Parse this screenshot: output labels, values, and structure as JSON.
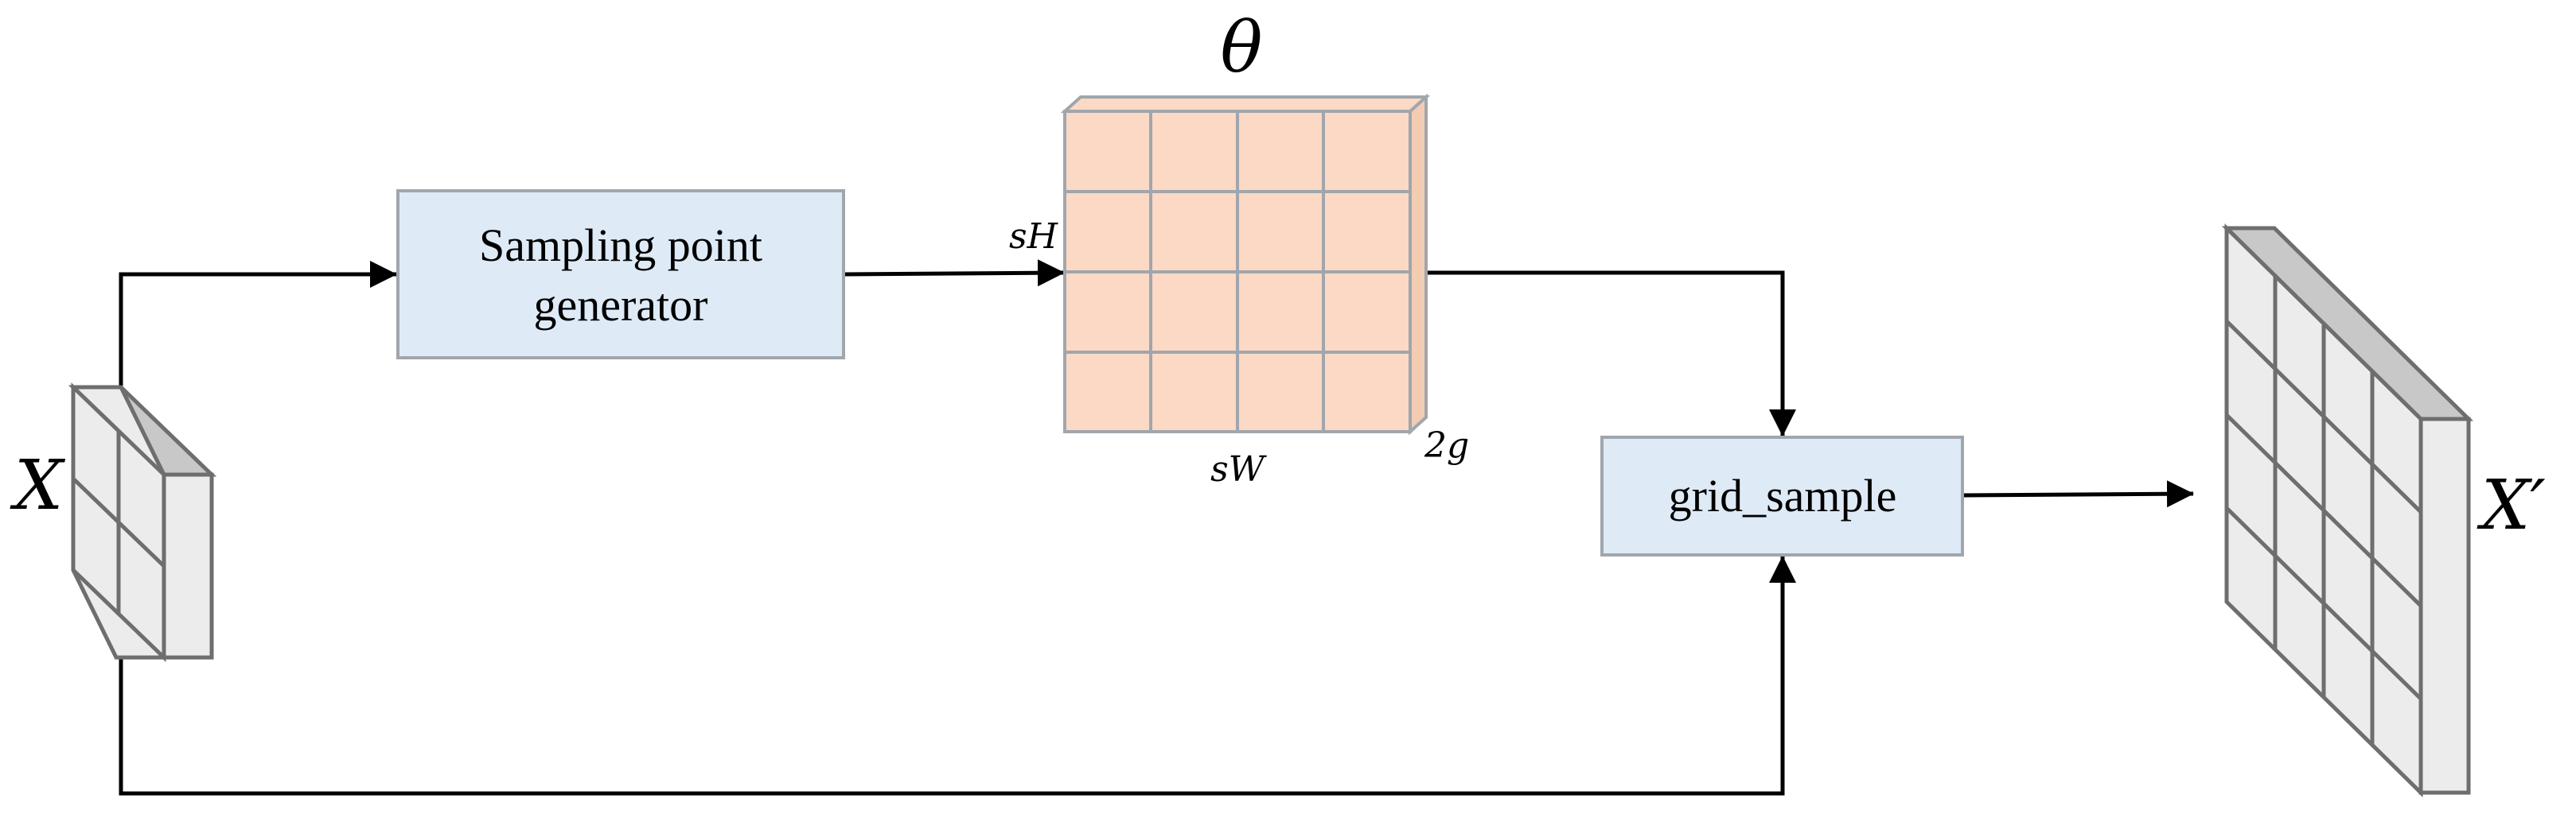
{
  "input_tensor": {
    "label": "X"
  },
  "sampling_box": {
    "line1": "Sampling point",
    "line2": "generator"
  },
  "theta_tensor": {
    "title": "θ",
    "height_label": "sH",
    "width_label": "sW",
    "depth_label": "2g"
  },
  "grid_sample_box": {
    "label": "grid_sample"
  },
  "output_tensor": {
    "label": "X′"
  },
  "colors": {
    "box_fill": "#deeaf6",
    "box_stroke": "#a0a6ac",
    "theta_fill": "#fbd9c4",
    "tensor_face": "#ececec",
    "tensor_top": "#c8c8c8",
    "tensor_stroke": "#6e6e6e",
    "line": "#000000"
  }
}
